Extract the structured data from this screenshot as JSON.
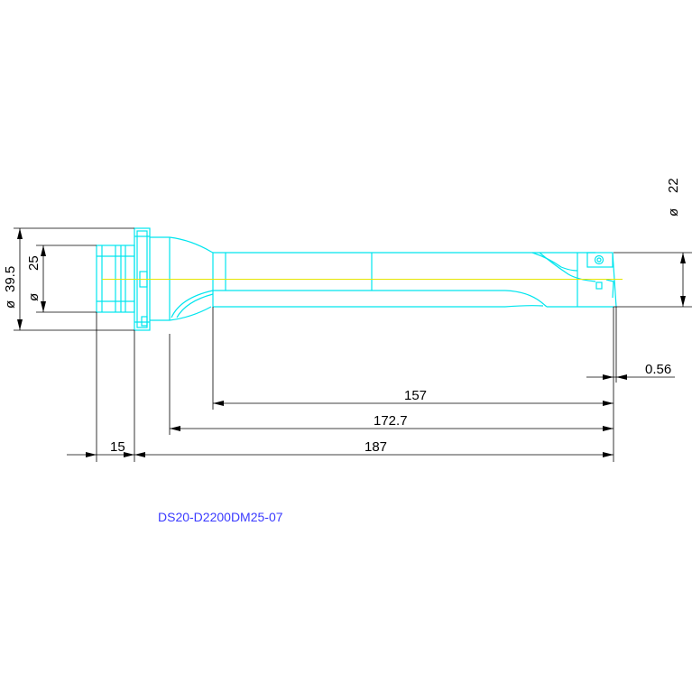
{
  "drawing": {
    "part_code": "DS20-D2200DM25-07",
    "dimensions": {
      "flange_diameter_symbol": "ø",
      "flange_diameter": "39.5",
      "shank_diameter_symbol": "ø",
      "shank_diameter": "25",
      "tip_diameter_symbol": "ø",
      "tip_diameter": "22",
      "tip_offset": "0.56",
      "flute_length": "157",
      "body_length": "172.7",
      "total_length": "187",
      "shank_length": "15"
    }
  },
  "colors": {
    "outline": "#00e5ee",
    "centerline": "#e6e600",
    "dimension": "#000000",
    "code_text": "#3a3aff"
  }
}
